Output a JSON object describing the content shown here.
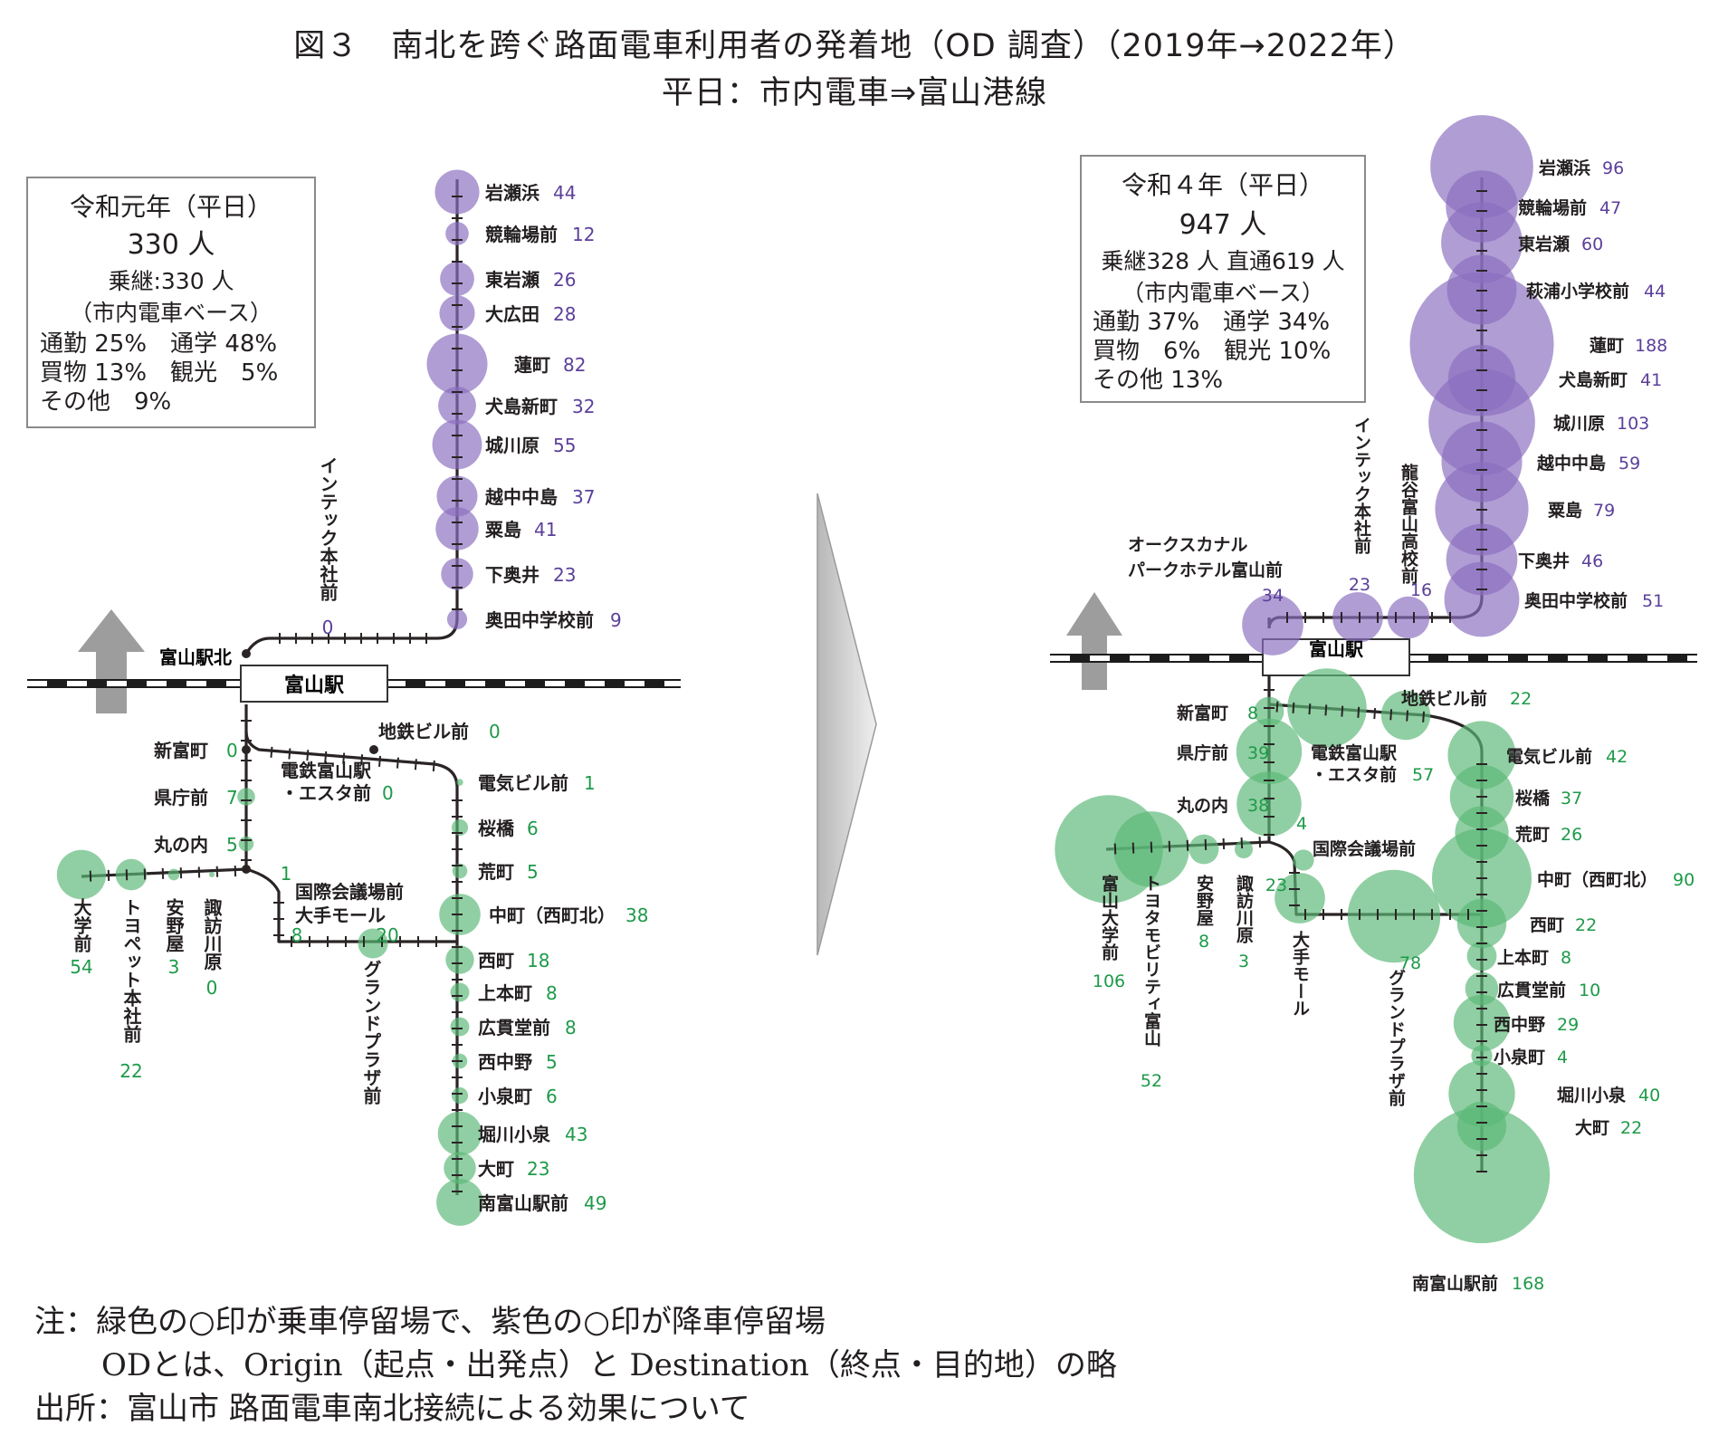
{
  "title": {
    "line1": "図３　南北を跨ぐ路面電車利用者の発着地（OD 調査）（2019年→2022年）",
    "line2": "平日：市内電車⇒富山港線"
  },
  "colors": {
    "alight": "#8a6fc0",
    "board": "#5cb878",
    "alight_label": "#5b3f9a",
    "board_label": "#1e9a49",
    "track": "#2a2425",
    "rail": "#1c1c1c"
  },
  "panel_2019": {
    "box": {
      "title": "令和元年（平日）",
      "total": "330 人",
      "transfer": "乗継:330 人",
      "base": "（市内電車ベース）",
      "purpose1": "通勤 25%　通学 48%",
      "purpose2": "買物 13%　観光　5%",
      "purpose3": "その他　9%"
    },
    "station_main": "富山駅",
    "station_north": "富山駅北",
    "intec_label": "インテック本社前",
    "intec_value": "0",
    "kokusai_label": "国際会議場前",
    "ote_label": "大手モール",
    "kokusai_value": "1",
    "ote_value": "8",
    "grand_label": "グランドプラザ前",
    "grand_value": "20",
    "alight_stops": [
      {
        "name": "岩瀬浜",
        "value": 44
      },
      {
        "name": "競輪場前",
        "value": 12
      },
      {
        "name": "東岩瀬",
        "value": 26
      },
      {
        "name": "大広田",
        "value": 28
      },
      {
        "name": "蓮町",
        "value": 82
      },
      {
        "name": "犬島新町",
        "value": 32
      },
      {
        "name": "城川原",
        "value": 55
      },
      {
        "name": "越中中島",
        "value": 37
      },
      {
        "name": "粟島",
        "value": 41
      },
      {
        "name": "下奥井",
        "value": 23
      },
      {
        "name": "奥田中学校前",
        "value": 9
      }
    ],
    "board_stops_south": [
      {
        "name": "電気ビル前",
        "value": 1
      },
      {
        "name": "桜橋",
        "value": 6
      },
      {
        "name": "荒町",
        "value": 5
      },
      {
        "name": "中町（西町北）",
        "value": 38
      },
      {
        "name": "西町",
        "value": 18
      },
      {
        "name": "上本町",
        "value": 8
      },
      {
        "name": "広貫堂前",
        "value": 8
      },
      {
        "name": "西中野",
        "value": 5
      },
      {
        "name": "小泉町",
        "value": 6
      },
      {
        "name": "堀川小泉",
        "value": 43
      },
      {
        "name": "大町",
        "value": 23
      },
      {
        "name": "南富山駅前",
        "value": 49
      }
    ],
    "board_stops_left": [
      {
        "name": "新富町",
        "value": 0
      },
      {
        "name": "県庁前",
        "value": 7
      },
      {
        "name": "丸の内",
        "value": 5
      }
    ],
    "board_stops_branch": [
      {
        "name": "地鉄ビル前",
        "value": 0
      },
      {
        "name": "電鉄富山駅・エスタ前",
        "label1": "電鉄富山駅",
        "label2": "・エスタ前",
        "value": 0
      }
    ],
    "board_stops_west": [
      {
        "name": "大学前",
        "value": 54
      },
      {
        "name": "トヨペット本社前",
        "value": 22
      },
      {
        "name": "安野屋",
        "value": 3
      },
      {
        "name": "諏訪川原",
        "value": 0
      }
    ]
  },
  "panel_2022": {
    "box": {
      "title": "令和４年（平日）",
      "total": "947 人",
      "transfer": "乗継328 人 直通619 人",
      "base": "（市内電車ベース）",
      "purpose1": "通勤 37%　通学 34%",
      "purpose2": "買物　6%　観光 10%",
      "purpose3": "その他 13%"
    },
    "station_main": "富山駅",
    "oakus_label1": "オークスカナル",
    "oakus_label2": "パークホテル富山前",
    "oakus_value": "34",
    "intec_label": "インテック本社前",
    "intec_value": "23",
    "ryukoku_label": "龍谷富山高校前",
    "ryukoku_value": "16",
    "kokusai_label": "国際会議場前",
    "kokusai_value": "4",
    "ote_label": "大手モール",
    "ote_value": "23",
    "grand_label": "グランドプラザ前",
    "grand_value": "78",
    "alight_stops": [
      {
        "name": "岩瀬浜",
        "value": 96
      },
      {
        "name": "競輪場前",
        "value": 47
      },
      {
        "name": "東岩瀬",
        "value": 60
      },
      {
        "name": "萩浦小学校前",
        "value": 44
      },
      {
        "name": "蓮町",
        "value": 188
      },
      {
        "name": "犬島新町",
        "value": 41
      },
      {
        "name": "城川原",
        "value": 103
      },
      {
        "name": "越中中島",
        "value": 59
      },
      {
        "name": "粟島",
        "value": 79
      },
      {
        "name": "下奥井",
        "value": 46
      },
      {
        "name": "奥田中学校前",
        "value": 51
      }
    ],
    "board_stops_south": [
      {
        "name": "電気ビル前",
        "value": 42
      },
      {
        "name": "桜橋",
        "value": 37
      },
      {
        "name": "荒町",
        "value": 26
      },
      {
        "name": "中町（西町北）",
        "value": 90
      },
      {
        "name": "西町",
        "value": 22
      },
      {
        "name": "上本町",
        "value": 8
      },
      {
        "name": "広貫堂前",
        "value": 10
      },
      {
        "name": "西中野",
        "value": 29
      },
      {
        "name": "小泉町",
        "value": 4
      },
      {
        "name": "堀川小泉",
        "value": 40
      },
      {
        "name": "大町",
        "value": 22
      },
      {
        "name": "南富山駅前",
        "value": 168
      }
    ],
    "board_stops_left": [
      {
        "name": "新富町",
        "value": 8
      },
      {
        "name": "県庁前",
        "value": 39
      },
      {
        "name": "丸の内",
        "value": 38
      }
    ],
    "board_stops_branch": [
      {
        "name": "地鉄ビル前",
        "value": 22
      },
      {
        "name": "電鉄富山駅・エスタ前",
        "label1": "電鉄富山駅",
        "label2": "・エスタ前",
        "value": 57
      }
    ],
    "board_stops_west": [
      {
        "name": "富山大学前",
        "value": 106
      },
      {
        "name": "トヨタモビリティ富山",
        "value": 52
      },
      {
        "name": "安野屋",
        "value": 8
      },
      {
        "name": "諏訪川原",
        "value": 3
      }
    ]
  },
  "notes": {
    "line1": "注：緑色の○印が乗車停留場で、紫色の○印が降車停留場",
    "line2": "ODとは、Origin（起点・出発点）と Destination（終点・目的地）の略",
    "line3": "出所：富山市 路面電車南北接続による効果について"
  }
}
